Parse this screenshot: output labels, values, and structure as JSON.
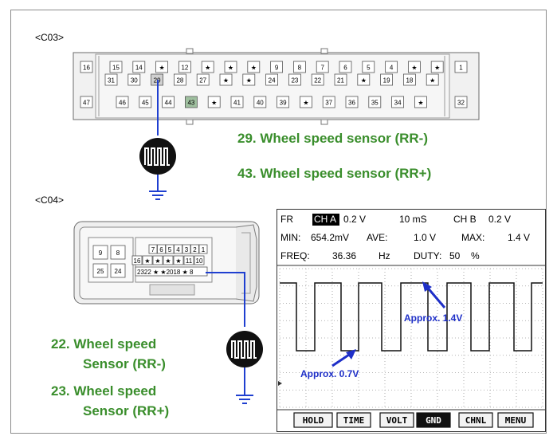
{
  "c03": {
    "label": "<C03>",
    "top_pins": [
      "16",
      "15",
      "14",
      "★",
      "12",
      "★",
      "★",
      "★",
      "9",
      "8",
      "7",
      "6",
      "5",
      "4",
      "★",
      "★",
      "1"
    ],
    "mid_pins": [
      "31",
      "30",
      "29",
      "28",
      "27",
      "★",
      "★",
      "24",
      "23",
      "22",
      "21",
      "★",
      "19",
      "18",
      "★"
    ],
    "bottom_pins": [
      "47",
      "46",
      "45",
      "44",
      "43",
      "★",
      "41",
      "40",
      "39",
      "★",
      "37",
      "36",
      "35",
      "34",
      "★",
      "32"
    ]
  },
  "c04": {
    "label": "<C04>",
    "left_pins": [
      "9",
      "8",
      "25",
      "24"
    ],
    "row1": [
      "7",
      "6",
      "5",
      "4",
      "3",
      "2",
      "1"
    ],
    "row2": [
      "16",
      "★",
      "★",
      "★",
      "★",
      "11",
      "10"
    ],
    "row3": "2322 ★ ★2018 ★ 8"
  },
  "captions": {
    "c03_pin29": "29. Wheel speed sensor (RR-)",
    "c03_pin43": "43. Wheel speed sensor (RR+)",
    "c04_pin22_line1": "22. Wheel speed",
    "c04_pin22_line2": "Sensor (RR-)",
    "c04_pin23_line1": "23. Wheel speed",
    "c04_pin23_line2": "Sensor (RR+)"
  },
  "scope": {
    "fr": "FR",
    "ch_a": "CH A",
    "ch_a_val": "0.2 V",
    "time": "10 mS",
    "ch_b": "CH B",
    "ch_b_val": "0.2 V",
    "min_label": "MIN:",
    "min_val": "654.2mV",
    "ave_label": "AVE:",
    "ave_val": "1.0 V",
    "max_label": "MAX:",
    "max_val": "1.4 V",
    "freq_label": "FREQ:",
    "freq_val": "36.36",
    "freq_unit": "Hz",
    "duty_label": "DUTY:",
    "duty_val": "50",
    "duty_unit": "%",
    "ann_high": "Approx. 1.4V",
    "ann_low": "Approx. 0.7V",
    "buttons": [
      "HOLD",
      "TIME",
      "VOLT",
      "GND",
      "CHNL",
      "MENU"
    ],
    "active_button": "GND",
    "colors": {
      "wire": "#1f3fd0",
      "caption": "#3a8e2c",
      "trace": "#111111",
      "annotation": "#1e2fc8"
    }
  }
}
